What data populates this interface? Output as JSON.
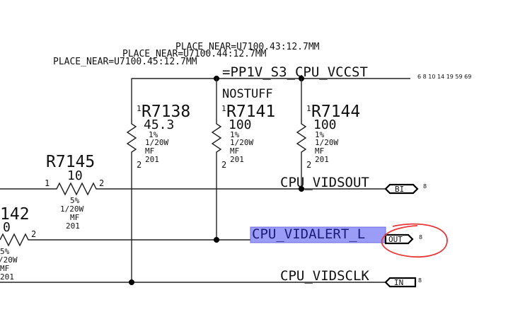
{
  "place_notes": [
    "PLACE_NEAR=U7100.43:12.7MM",
    "PLACE_NEAR=U7100.44:12.7MM",
    "PLACE_NEAR=U7100.45:12.7MM"
  ],
  "rail": {
    "name": "=PP1V_S3_CPU_VCCST",
    "pages": "6 8 10 14 19 59 69"
  },
  "nostuff": "NOSTUFF",
  "resistors": [
    {
      "ref": "R7138",
      "value": "45.3",
      "tol": "1%",
      "power": "1/20W",
      "type": "MF",
      "size": "201",
      "pin1": "1",
      "pin2": "2"
    },
    {
      "ref": "R7141",
      "value": "100",
      "tol": "1%",
      "power": "1/20W",
      "type": "MF",
      "size": "201",
      "pin1": "1",
      "pin2": "2"
    },
    {
      "ref": "R7144",
      "value": "100",
      "tol": "1%",
      "power": "1/20W",
      "type": "MF",
      "size": "201",
      "pin1": "1",
      "pin2": "2"
    },
    {
      "ref": "R7145",
      "value": "10",
      "tol": "5%",
      "power": "1/20W",
      "type": "MF",
      "size": "201",
      "pin1": "1",
      "pin2": "2"
    },
    {
      "ref": "142",
      "value": "0",
      "tol": "5%",
      "power": "/20W",
      "type": "MF",
      "size": "201",
      "pin2": "2"
    }
  ],
  "nets": [
    {
      "name": "CPU_VIDSOUT",
      "flag": "BI",
      "page": "8"
    },
    {
      "name": "CPU_VIDALERT_L",
      "flag": "OUT",
      "page": "8"
    },
    {
      "name": "CPU_VIDSCLK",
      "flag": "IN",
      "page": "8"
    }
  ],
  "colors": {
    "highlight": "#9b9cf5",
    "annotation": "#e8383a"
  }
}
